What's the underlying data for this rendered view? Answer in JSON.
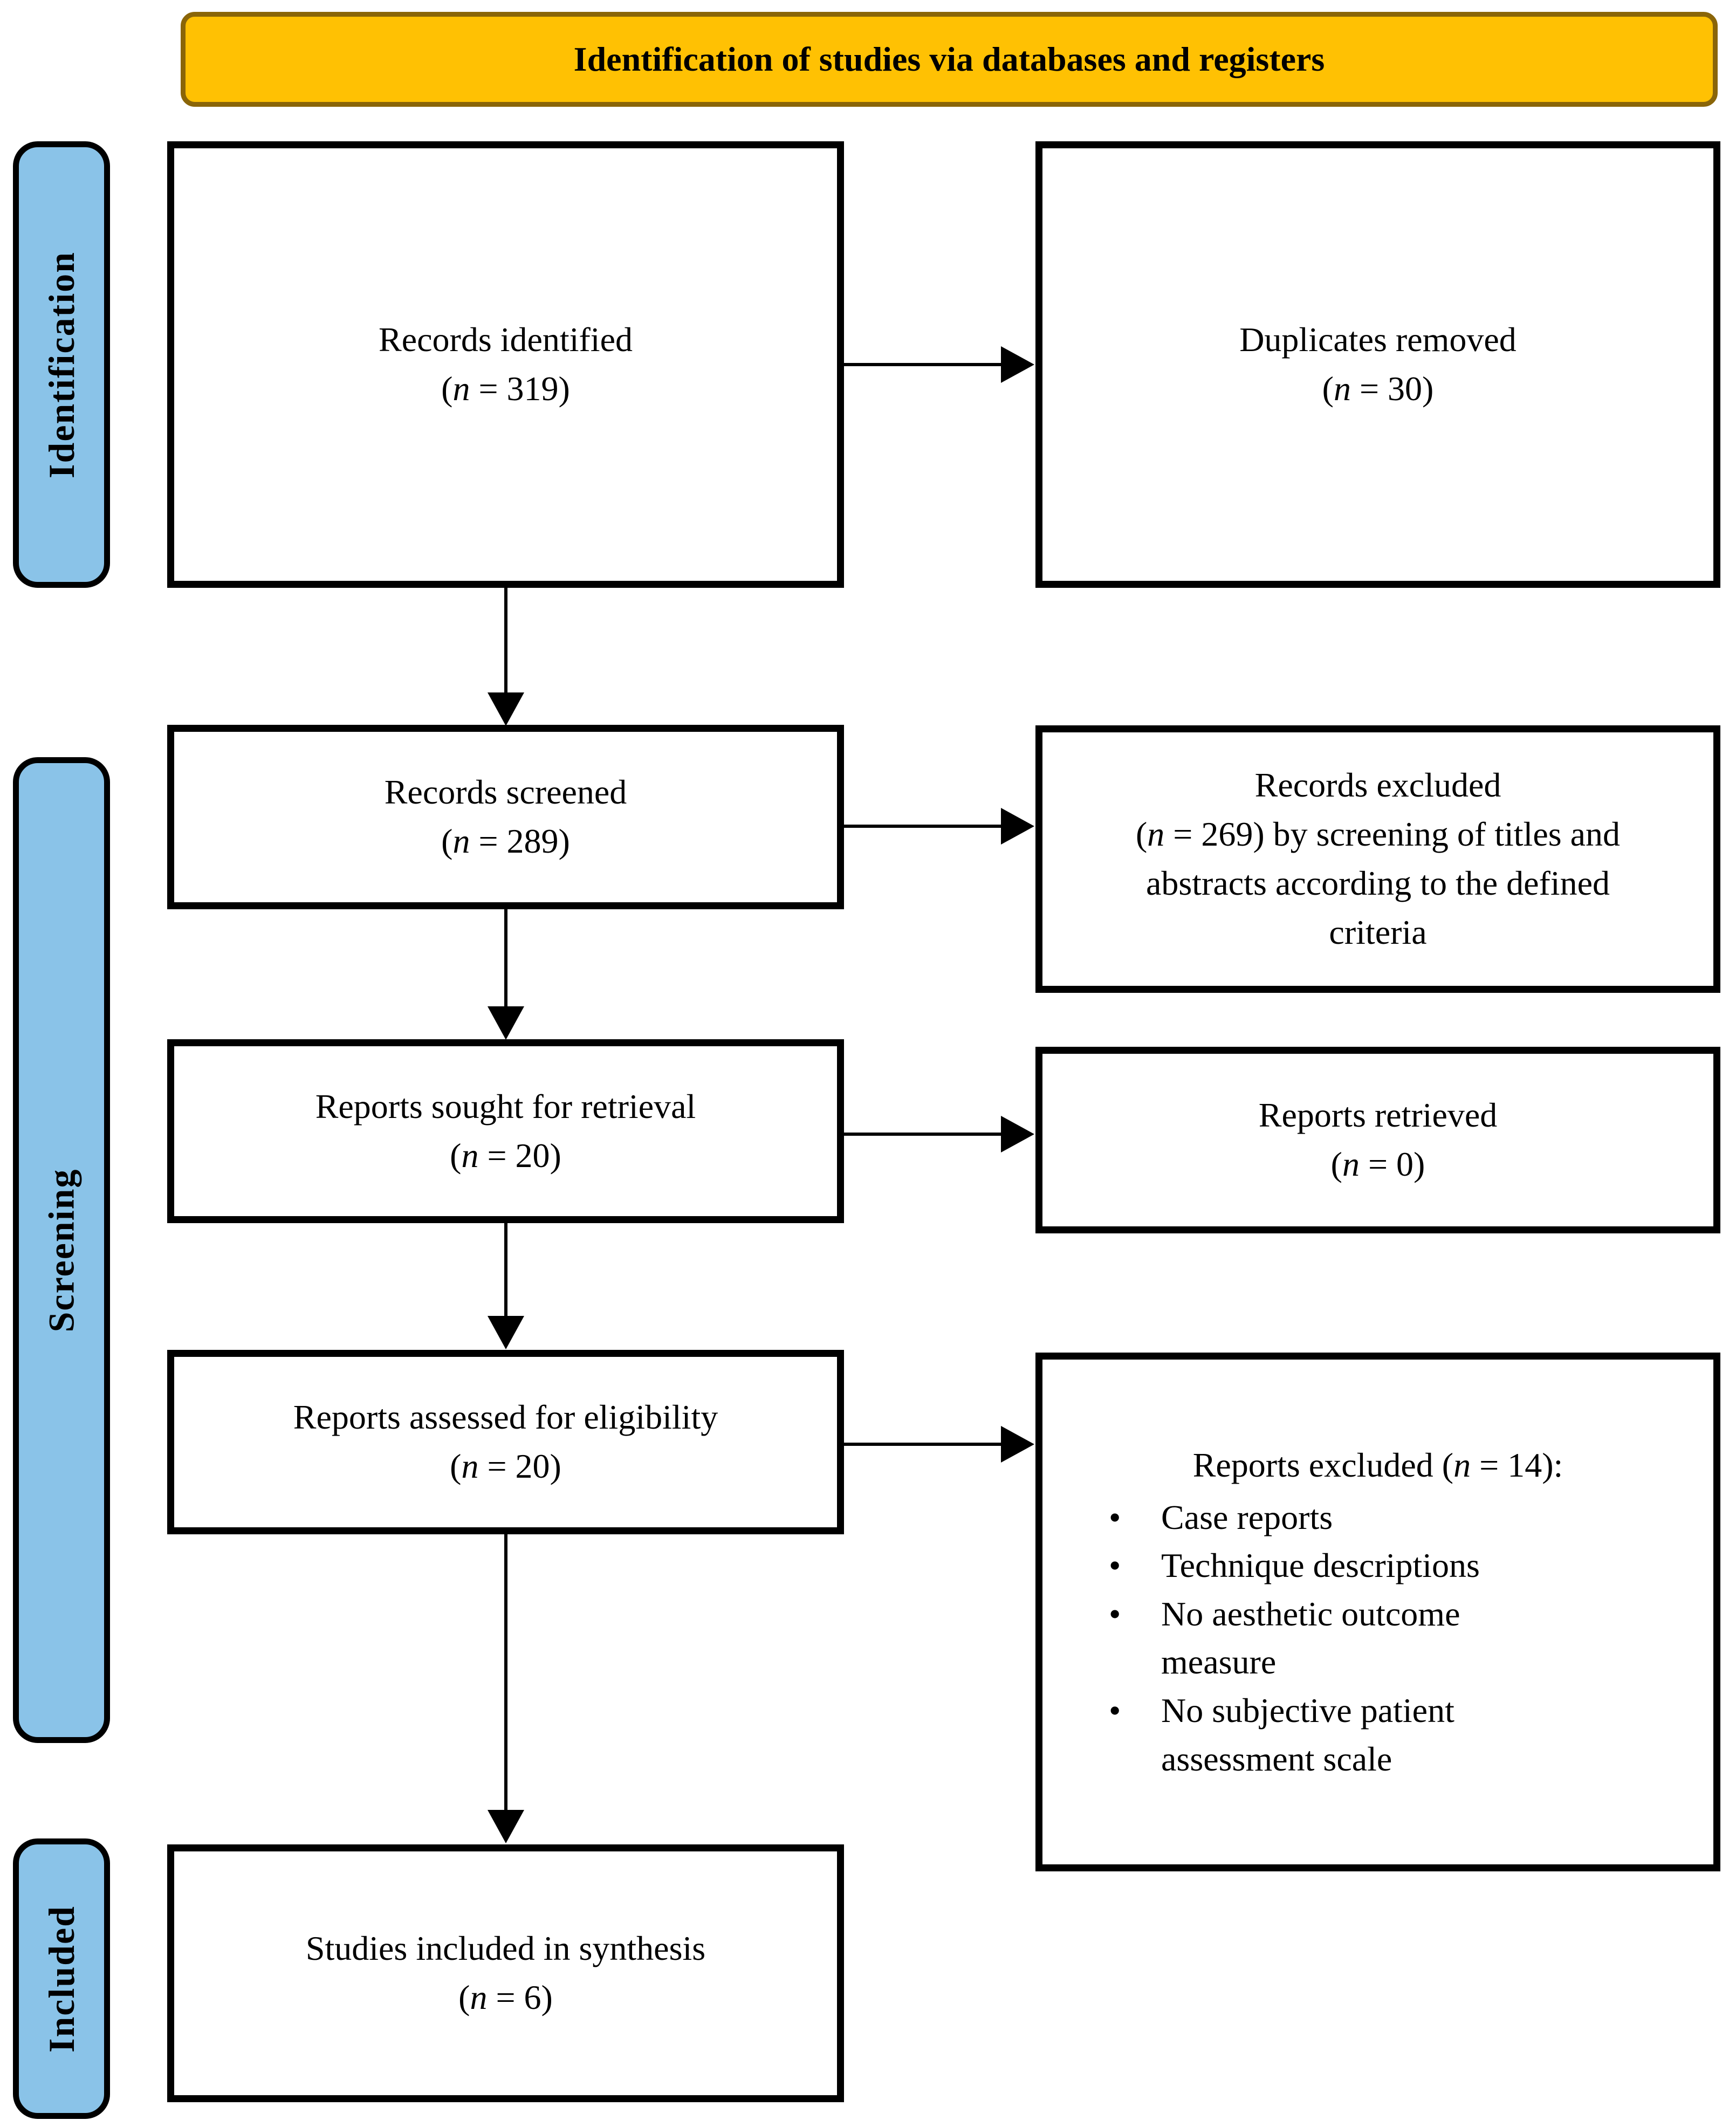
{
  "header": {
    "title": "Identification of studies via databases and registers"
  },
  "stages": {
    "identification": "Identification",
    "screening": "Screening",
    "included": "Included"
  },
  "boxes": {
    "records_identified": {
      "title": "Records identified",
      "count_pre": "(",
      "count_var": "n",
      "count_post": " = 319)"
    },
    "duplicates_removed": {
      "title": "Duplicates removed",
      "count_pre": "(",
      "count_var": "n",
      "count_post": " = 30)"
    },
    "records_screened": {
      "title": "Records screened",
      "count_pre": "(",
      "count_var": "n",
      "count_post": " = 289)"
    },
    "records_excluded": {
      "title": "Records excluded",
      "body_pre": "(",
      "body_var": "n",
      "body_post": " = 269) by screening of titles and abstracts according to the defined criteria"
    },
    "reports_sought": {
      "title": "Reports sought for retrieval",
      "count_pre": "(",
      "count_var": "n",
      "count_post": " = 20)"
    },
    "reports_retrieved": {
      "title": "Reports retrieved",
      "count_pre": "(",
      "count_var": "n",
      "count_post": " = 0)"
    },
    "reports_assessed": {
      "title": "Reports assessed for eligibility",
      "count_pre": "(",
      "count_var": "n",
      "count_post": " = 20)"
    },
    "reports_excluded": {
      "title_pre": "Reports excluded (",
      "title_var": "n",
      "title_post": " = 14):",
      "bullets": [
        "Case reports",
        "Technique descriptions",
        "No aesthetic outcome measure",
        "No subjective patient assessment scale"
      ]
    },
    "studies_included": {
      "title": "Studies included in synthesis",
      "count_pre": "(",
      "count_var": "n",
      "count_post": " = 6)"
    }
  },
  "colors": {
    "header_fill": "#FFC103",
    "header_border": "#8A6508",
    "stage_fill": "#8AC3E8",
    "box_border": "#000000",
    "arrow": "#000000"
  }
}
